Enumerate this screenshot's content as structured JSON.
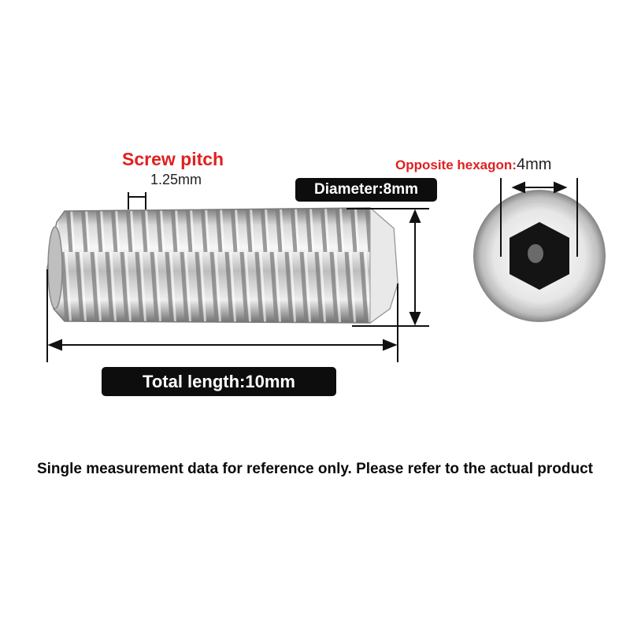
{
  "screw_pitch": {
    "title": "Screw pitch",
    "value": "1.25mm"
  },
  "hexagon": {
    "label": "Opposite hexagon:",
    "value": "4mm"
  },
  "diameter": {
    "label": "Diameter:8mm"
  },
  "total_length": {
    "label": "Total length:10mm"
  },
  "disclaimer": "Single measurement data for reference only. Please refer to the actual product",
  "colors": {
    "accent_red": "#e02020",
    "pill_bg": "#0d0d0d",
    "metal_light": "#f2f2f2",
    "metal_dark": "#8c8c8c"
  }
}
